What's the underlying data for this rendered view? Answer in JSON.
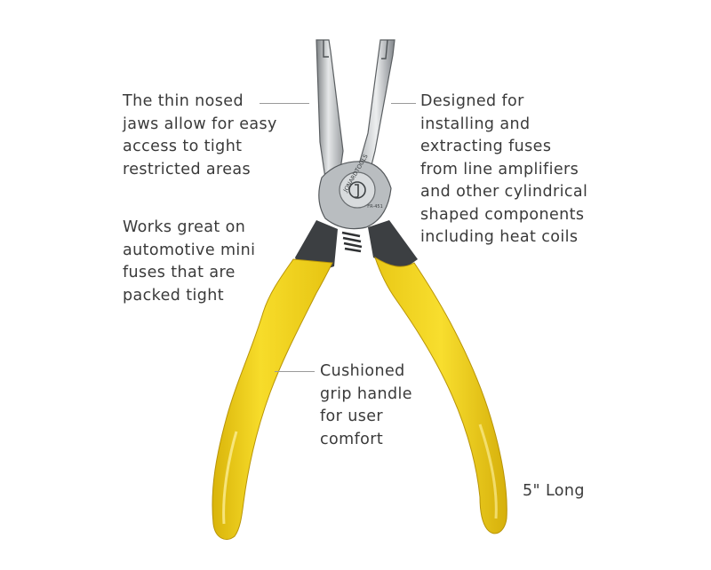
{
  "image": {
    "subject": "flat nose fuse puller pliers with yellow cushioned grip handles",
    "brand_mark": "JONARDTOOLS",
    "model_mark": "FR-451",
    "colors": {
      "background": "#ffffff",
      "handle_yellow": "#f2d21b",
      "handle_shadow": "#d4af0a",
      "steel": "#c9ccce",
      "steel_dark": "#6d7073",
      "text": "#3a3a3a",
      "leader_line": "#9a9a9a"
    }
  },
  "callouts": {
    "jaws": [
      "The thin nosed",
      "jaws allow for easy",
      "access to tight",
      "restricted areas"
    ],
    "fuses": [
      "Works great on",
      "automotive mini",
      "fuses that are",
      "packed tight"
    ],
    "design": [
      "Designed for",
      "installing and",
      "extracting fuses",
      "from line amplifiers",
      "and other cylindrical",
      "shaped components",
      "including heat coils"
    ],
    "grip": [
      "Cushioned",
      "grip handle",
      "for user",
      "comfort"
    ],
    "length": "5\" Long"
  }
}
